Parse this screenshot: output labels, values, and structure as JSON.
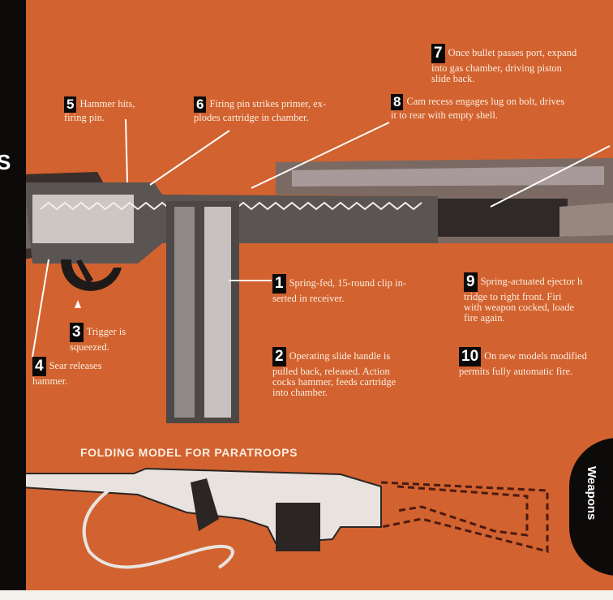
{
  "spine": {
    "letter": "S"
  },
  "callouts": [
    {
      "number": "1",
      "text": "Spring-fed, 15-round clip in-\nserted in receiver."
    },
    {
      "number": "2",
      "text": "Operating slide handle is\npulled back, released. Action\ncocks hammer, feeds cartridge\ninto chamber."
    },
    {
      "number": "3",
      "text": "Trigger is\nsqueezed."
    },
    {
      "number": "4",
      "text": "Sear releases\nhammer."
    },
    {
      "number": "5",
      "text": "Hammer hits,\nfiring pin."
    },
    {
      "number": "6",
      "text": "Firing pin strikes primer, ex-\nplodes cartridge in chamber."
    },
    {
      "number": "7",
      "text": "Once bullet passes port, expand\ninto gas chamber, driving piston\nslide back."
    },
    {
      "number": "8",
      "text": "Cam recess engages lug on bolt, drives\nit to rear with empty shell."
    },
    {
      "number": "9",
      "text": "Spring-actuated ejector h\ntridge to right front. Firi\nwith weapon cocked, loade\nfire again."
    },
    {
      "number": "10",
      "text": "On new models modified\npermits fully automatic fire."
    }
  ],
  "folding_model": {
    "title": "FOLDING MODEL FOR PARATROOPS"
  },
  "badge": {
    "text": "Weapons"
  },
  "colors": {
    "background": "#d2622f",
    "spine": "#0d0a0a",
    "text": "#fbeee0",
    "number_box": "#0b0908"
  }
}
